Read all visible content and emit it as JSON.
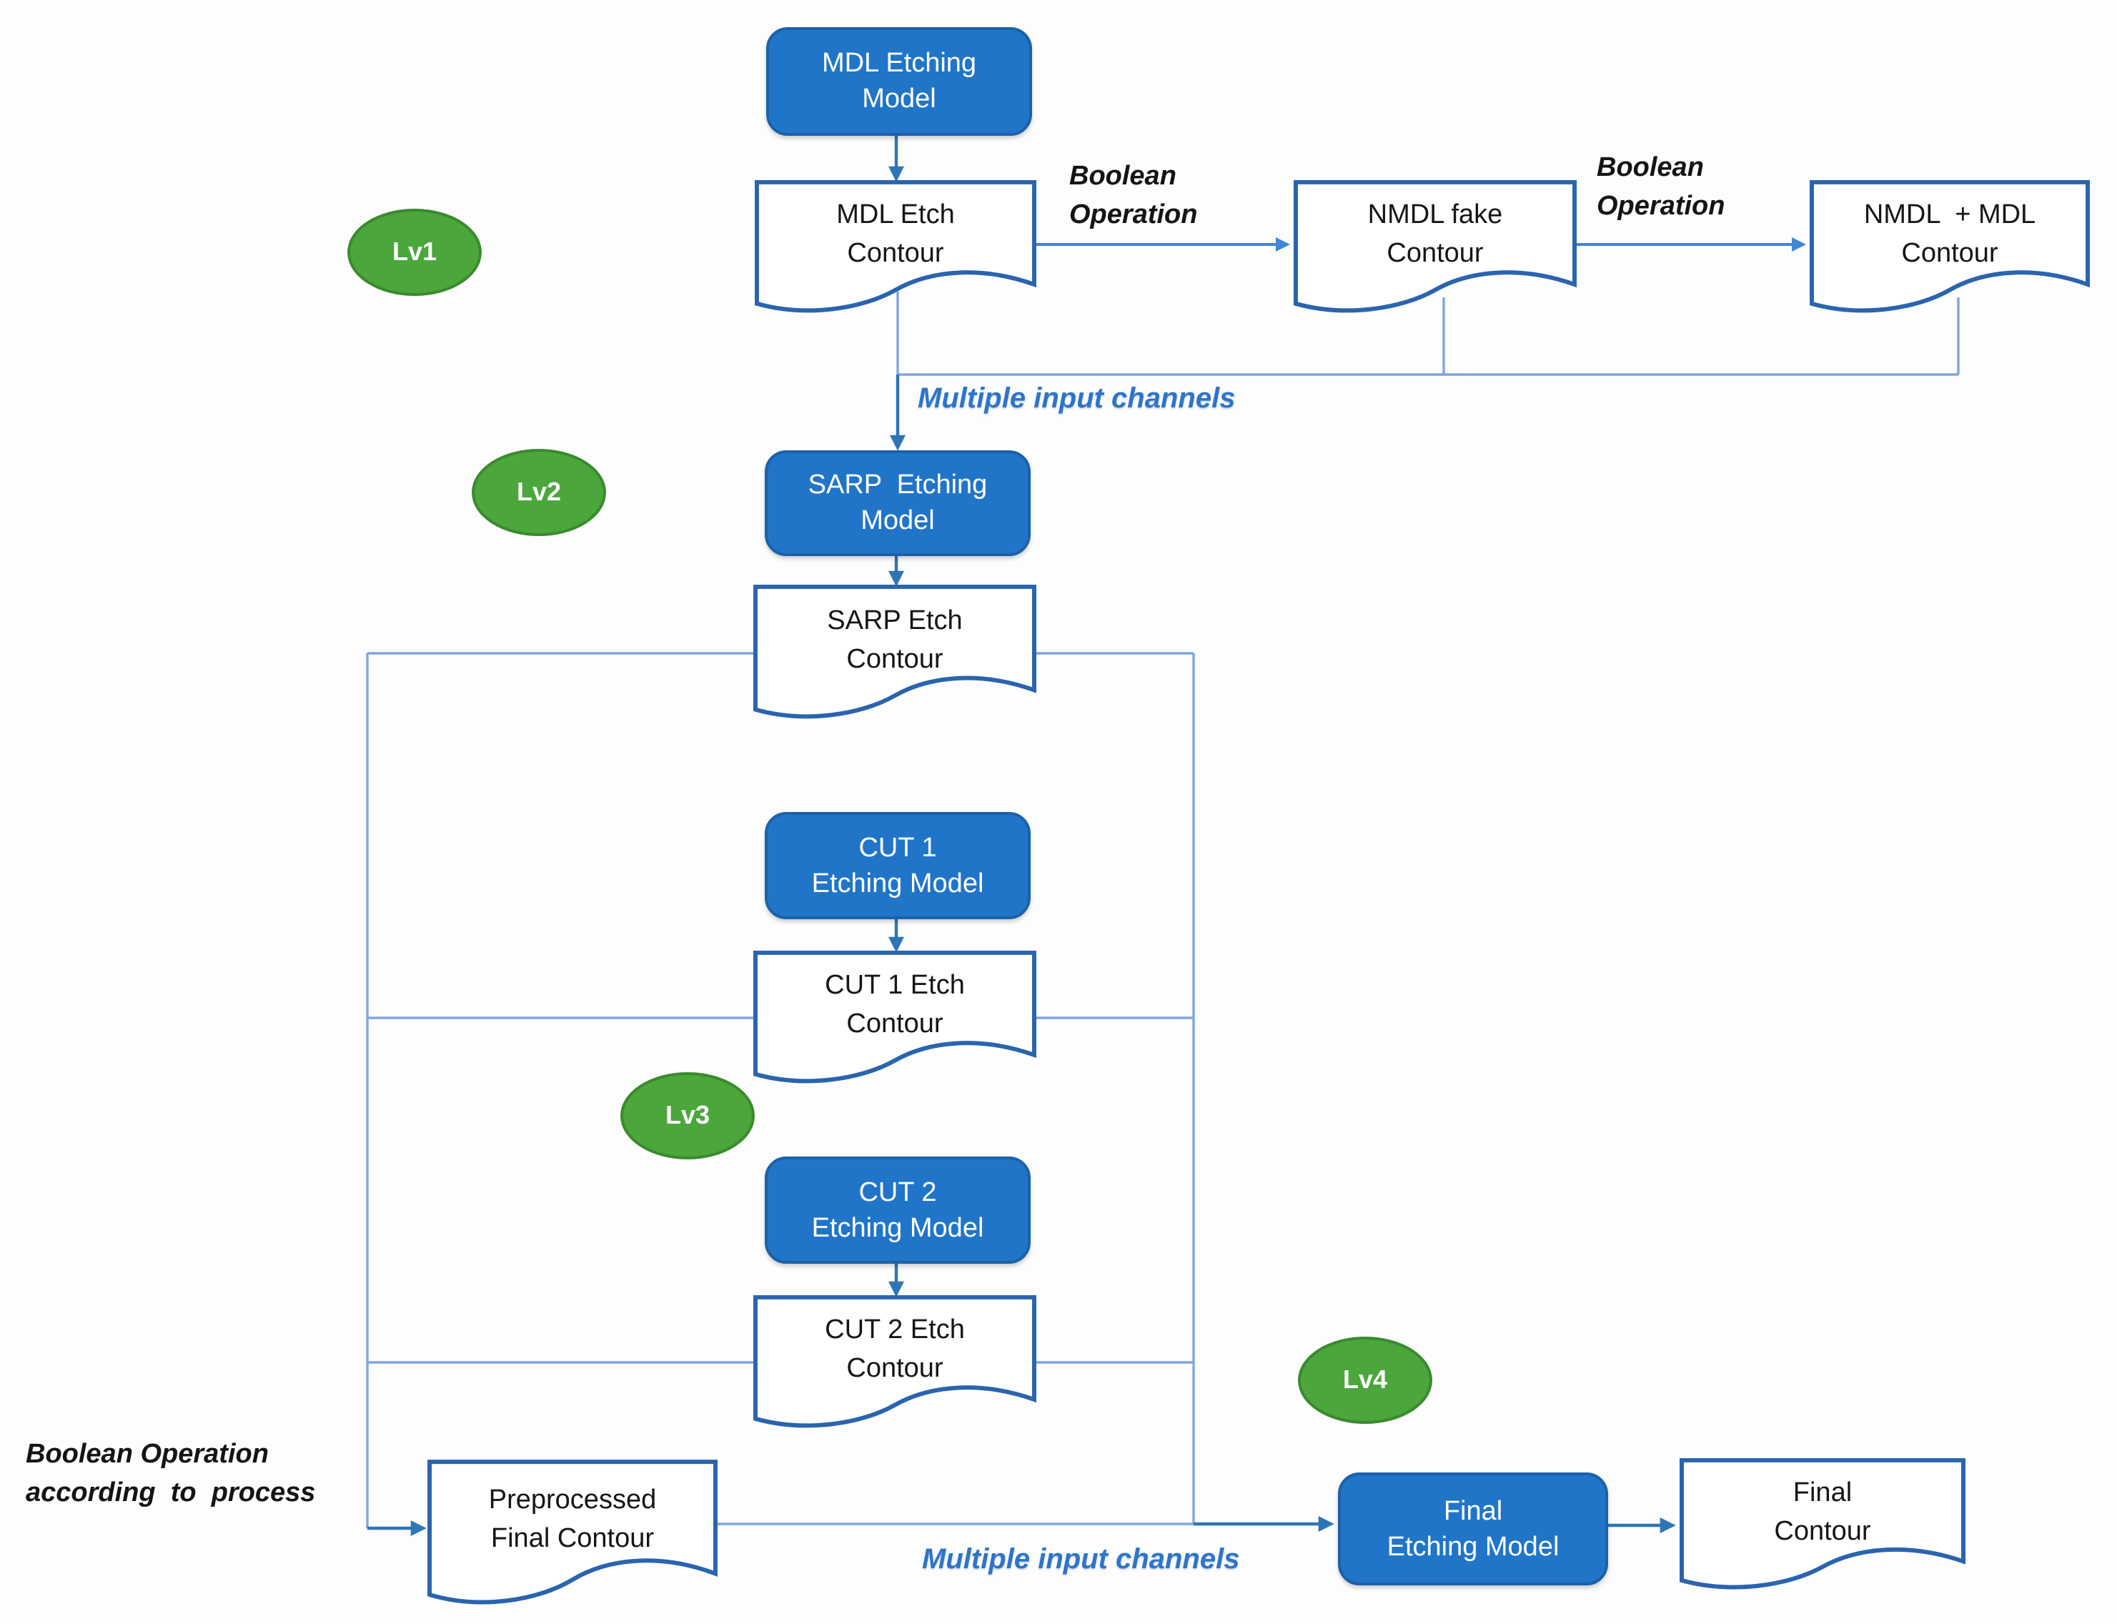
{
  "figure": {
    "type": "flowchart",
    "title": "Multi-level etching model flow (Lv1-Lv4)",
    "background": "#fdfdfd"
  },
  "colors": {
    "model_box_fill": "#2175C8",
    "model_box_border": "#1B61AA",
    "document_border": "#2A64AE",
    "document_fill": "#ffffff",
    "level_badge_fill": "#4BA63C",
    "level_badge_border": "#3A8A2E",
    "connector_light": "#7FA5DB",
    "connector_medium": "#2E75B6",
    "connector_arrow_blue": "#3E87D3",
    "annotation_blue": "#2E74C9",
    "annotation_black": "#141414",
    "model_text": "#ffffff",
    "document_text": "#161616"
  },
  "models": {
    "mdl": {
      "label": "MDL Etching\nModel"
    },
    "sarp": {
      "label": "SARP  Etching\nModel"
    },
    "cut1": {
      "label": "CUT 1\nEtching Model"
    },
    "cut2": {
      "label": "CUT 2\nEtching Model"
    },
    "final": {
      "label": "Final\nEtching Model"
    }
  },
  "documents": {
    "mdl_etch": {
      "label": "MDL Etch\nContour"
    },
    "nmdl_fake": {
      "label": "NMDL fake\nContour"
    },
    "nmdl_mdl": {
      "label": "NMDL  + MDL\nContour"
    },
    "sarp_etch": {
      "label": "SARP Etch\nContour"
    },
    "cut1_etch": {
      "label": "CUT 1 Etch\nContour"
    },
    "cut2_etch": {
      "label": "CUT 2 Etch\nContour"
    },
    "preprocessed": {
      "label": "Preprocessed\nFinal Contour"
    },
    "final": {
      "label": "Final\nContour"
    }
  },
  "levels": {
    "lv1": "Lv1",
    "lv2": "Lv2",
    "lv3": "Lv3",
    "lv4": "Lv4"
  },
  "annotations": {
    "boolean_op_1": "Boolean\nOperation",
    "boolean_op_2": "Boolean\nOperation",
    "boolean_process": "Boolean Operation\naccording  to  process",
    "multi_channels_top": "Multiple input channels",
    "multi_channels_bottom": "Multiple input channels"
  }
}
